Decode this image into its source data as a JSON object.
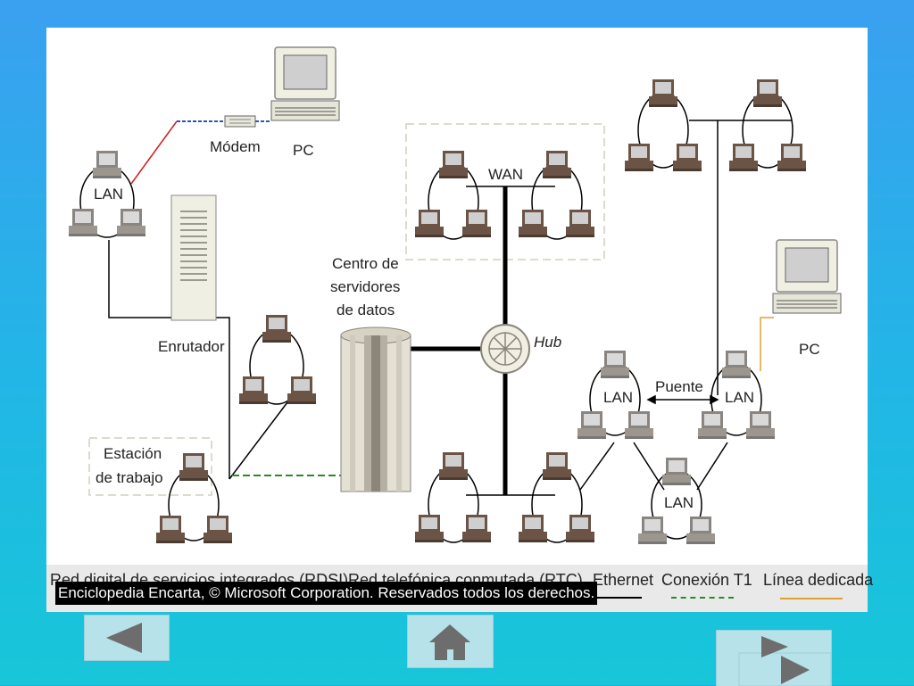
{
  "diagram": {
    "labels": {
      "lan": "LAN",
      "modem": "Módem",
      "pc": "PC",
      "router": "Enrutador",
      "datacenter_l1": "Centro de",
      "datacenter_l2": "servidores",
      "datacenter_l3": "de datos",
      "wan": "WAN",
      "hub": "Hub",
      "bridge": "Puente",
      "workstation_l1": "Estación",
      "workstation_l2": "de trabajo"
    }
  },
  "legend": {
    "items": [
      "Red digital de servicios integrados (RDSI)",
      "Red telefónica conmutada (RTC)",
      "Ethernet",
      "Conexión T1",
      "Línea dedicada"
    ]
  },
  "credit": "Enciclopedia Encarta, © Microsoft Corporation. Reservados todos los derechos.",
  "nav": {
    "back": "back-arrow-icon",
    "home": "home-icon",
    "forward": "forward-arrow-icon"
  },
  "colors": {
    "background": "#22b6e6",
    "computer": "#6b5446",
    "ethernet": "#000000",
    "t1": "#2a8a2a",
    "isdn": "#d02020",
    "pstn": "#3050c0",
    "dedicated": "#e0a030"
  }
}
